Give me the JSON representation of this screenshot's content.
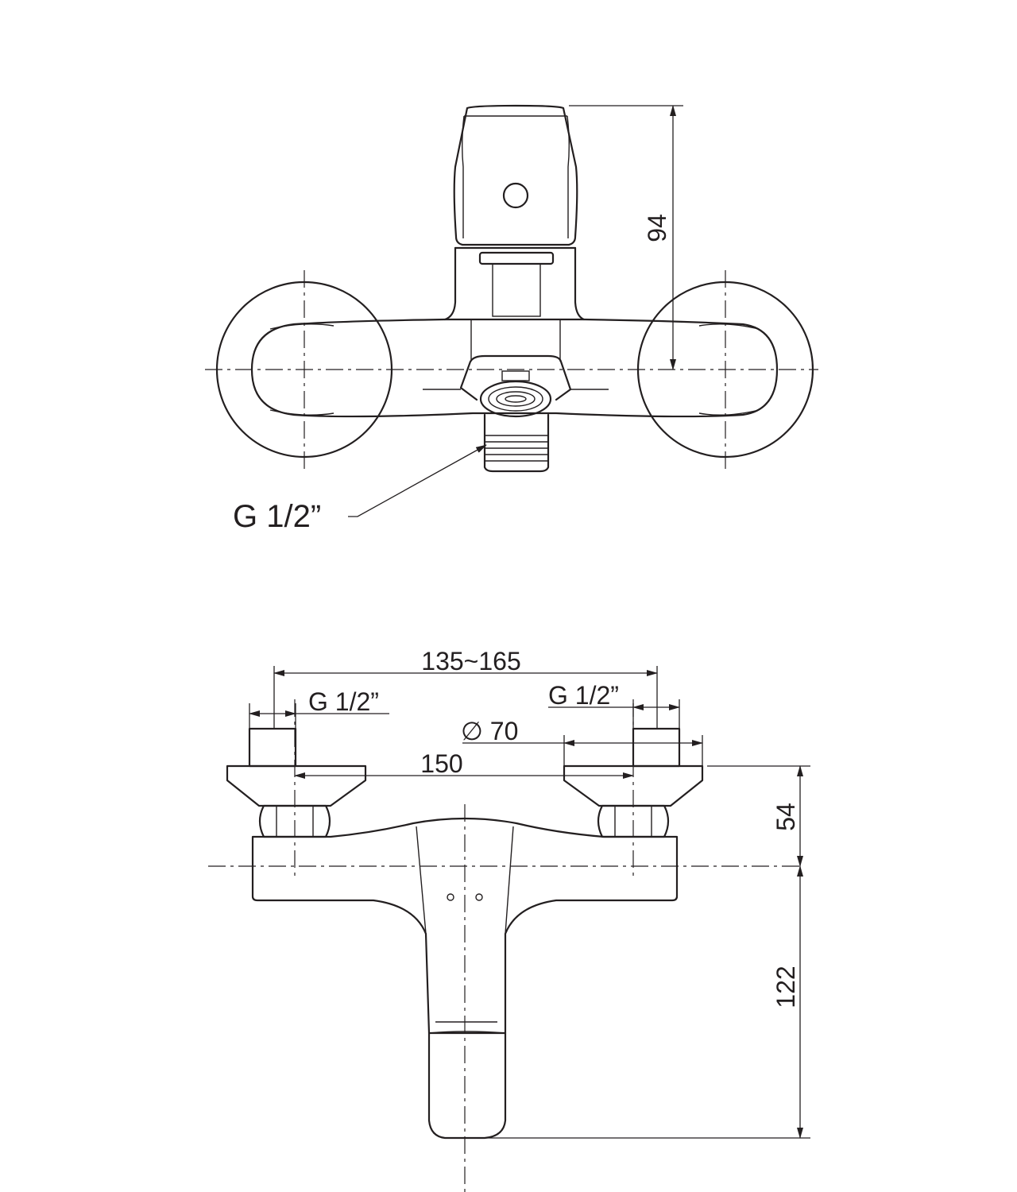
{
  "top_view": {
    "height_label": "94",
    "outlet_thread_label": "G 1/2”"
  },
  "front_view": {
    "span_label": "135~165",
    "left_thread_label": "G 1/2”",
    "right_thread_label": "G 1/2”",
    "flange_diameter_label": "∅ 70",
    "center_distance_label": "150",
    "inlet_height_label": "54",
    "spout_height_label": "122"
  },
  "colors": {
    "line": "#231f20",
    "background": "#ffffff"
  }
}
